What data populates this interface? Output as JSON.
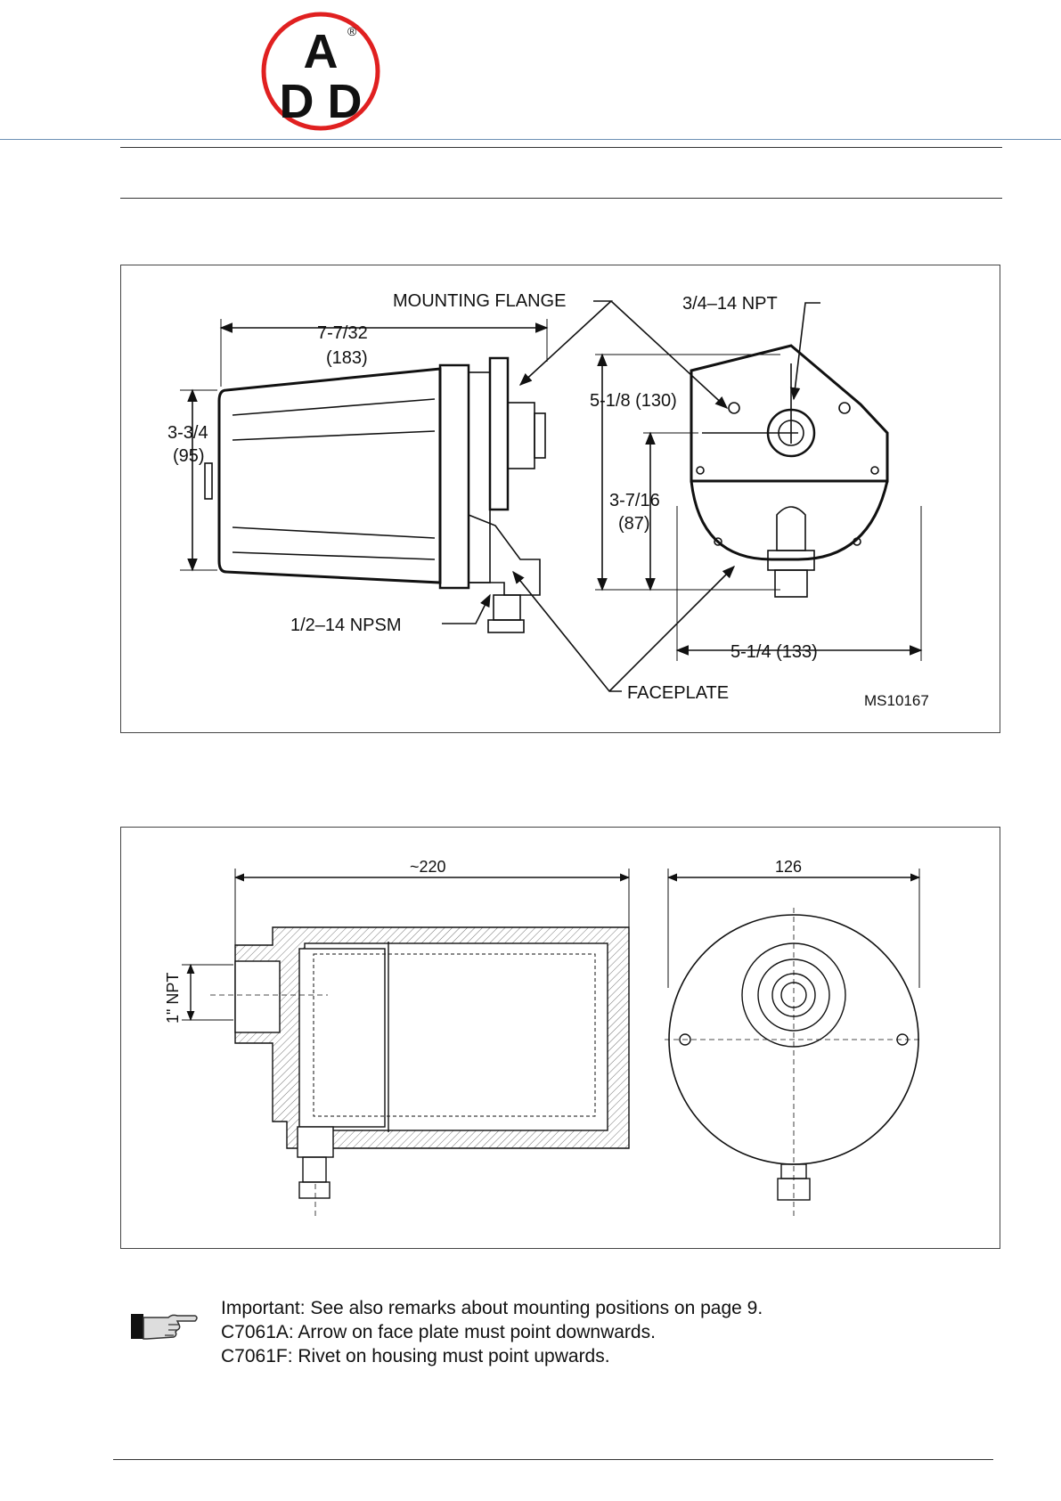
{
  "logo": {
    "text_top": "A",
    "text_bottom": "D D",
    "registered": "®",
    "ring_color": "#e02020"
  },
  "figure1": {
    "labels": {
      "mounting_flange": "MOUNTING FLANGE",
      "npt_top": "3/4–14 NPT",
      "length_in": "7-7/32",
      "length_mm": "(183)",
      "height_in": "3-3/4",
      "height_mm": "(95)",
      "face_height": "5-1/8 (130)",
      "face_mid_in": "3-7/16",
      "face_mid_mm": "(87)",
      "npsm": "1/2–14 NPSM",
      "faceplate": "FACEPLATE",
      "width": "5-1/4 (133)",
      "code": "MS10167"
    }
  },
  "figure2": {
    "labels": {
      "length": "~220",
      "diameter": "126",
      "npt": "1\" NPT"
    }
  },
  "note": {
    "icon": "pointing-hand-icon",
    "lines": [
      "Important: See also remarks about mounting positions on page 9.",
      "C7061A: Arrow on face plate must point downwards.",
      "C7061F: Rivet on housing must point upwards."
    ]
  }
}
